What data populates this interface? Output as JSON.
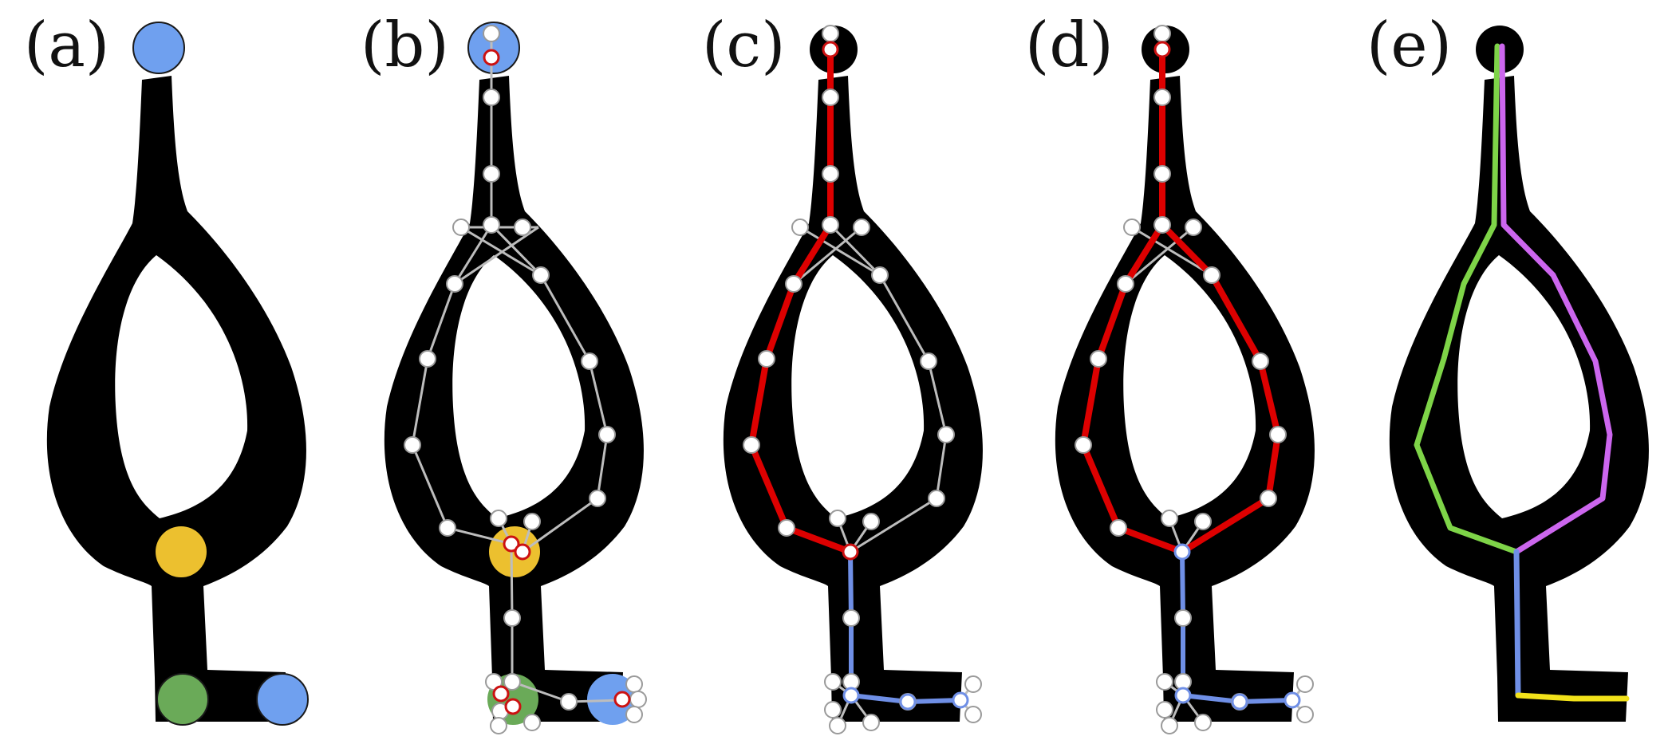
{
  "labels": {
    "a": "(a)",
    "b": "(b)",
    "c": "(c)",
    "d": "(d)",
    "e": "(e)"
  },
  "colors": {
    "shape": "#000000",
    "endpoint_node": "#6fa0ef",
    "junction_node": "#ecc02f",
    "corner_node": "#6aaa58",
    "graph_node": "#ffffff",
    "graph_node_stroke": "#9a9a9a",
    "graph_edge": "#bdbdbd",
    "key_node_stroke": "#cc1111",
    "path_red": "#dd0000",
    "path_blue": "#6f8fe6",
    "skeleton_green": "#7ed448",
    "skeleton_purple": "#cc66ee",
    "skeleton_blue": "#6f8fe6",
    "skeleton_yellow": "#f2e21a"
  }
}
